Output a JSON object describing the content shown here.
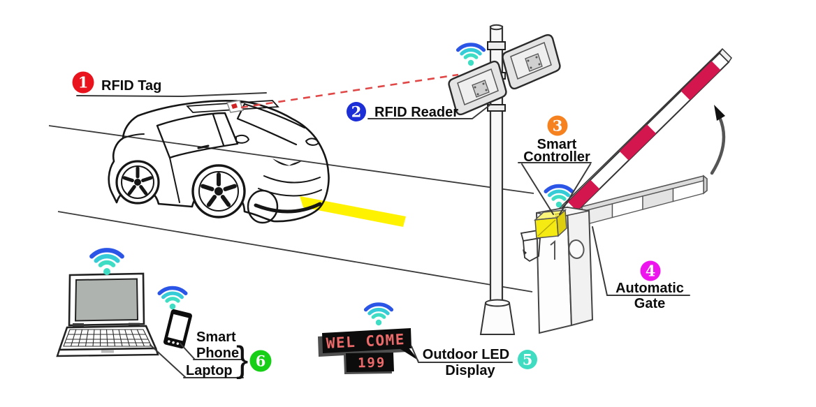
{
  "labels": {
    "rfid_tag": {
      "number": "1",
      "text": "RFID Tag",
      "badge_color": "#e8131c"
    },
    "rfid_reader": {
      "number": "2",
      "text": "RFID Reader",
      "badge_color": "#1c2ed6"
    },
    "smart_controller": {
      "number": "3",
      "text_line1": "Smart",
      "text_line2": "Controller",
      "badge_color": "#f5821f"
    },
    "automatic_gate": {
      "number": "4",
      "text_line1": "Automatic",
      "text_line2": "Gate",
      "badge_color": "#ee14ee"
    },
    "outdoor_led_display": {
      "number": "5",
      "text_line1": "Outdoor LED",
      "text_line2": "Display",
      "badge_color": "#3fdcc2"
    },
    "user_devices": {
      "number": "6",
      "text_line1": "Smart",
      "text_line2": "Phone",
      "text_line3": "Laptop",
      "brace": "}",
      "badge_color": "#17cf17"
    }
  },
  "led_sign": {
    "line1": "WEL COME",
    "line2": "199",
    "text_color": "#ec6a6a",
    "panel_color": "#0c0c0c"
  },
  "colors": {
    "gate_stripe_red": "#d4164e",
    "speed_bump_yellow": "#fff200",
    "rfid_beam_red": "#e04848",
    "wifi_outer_blue": "#2b55e6",
    "wifi_mid_cyan": "#35ccd8",
    "wifi_inner_teal": "#3fdec4",
    "controller_yellow": "#f6ea13"
  },
  "icons": {
    "wifi": "wifi-icon"
  }
}
